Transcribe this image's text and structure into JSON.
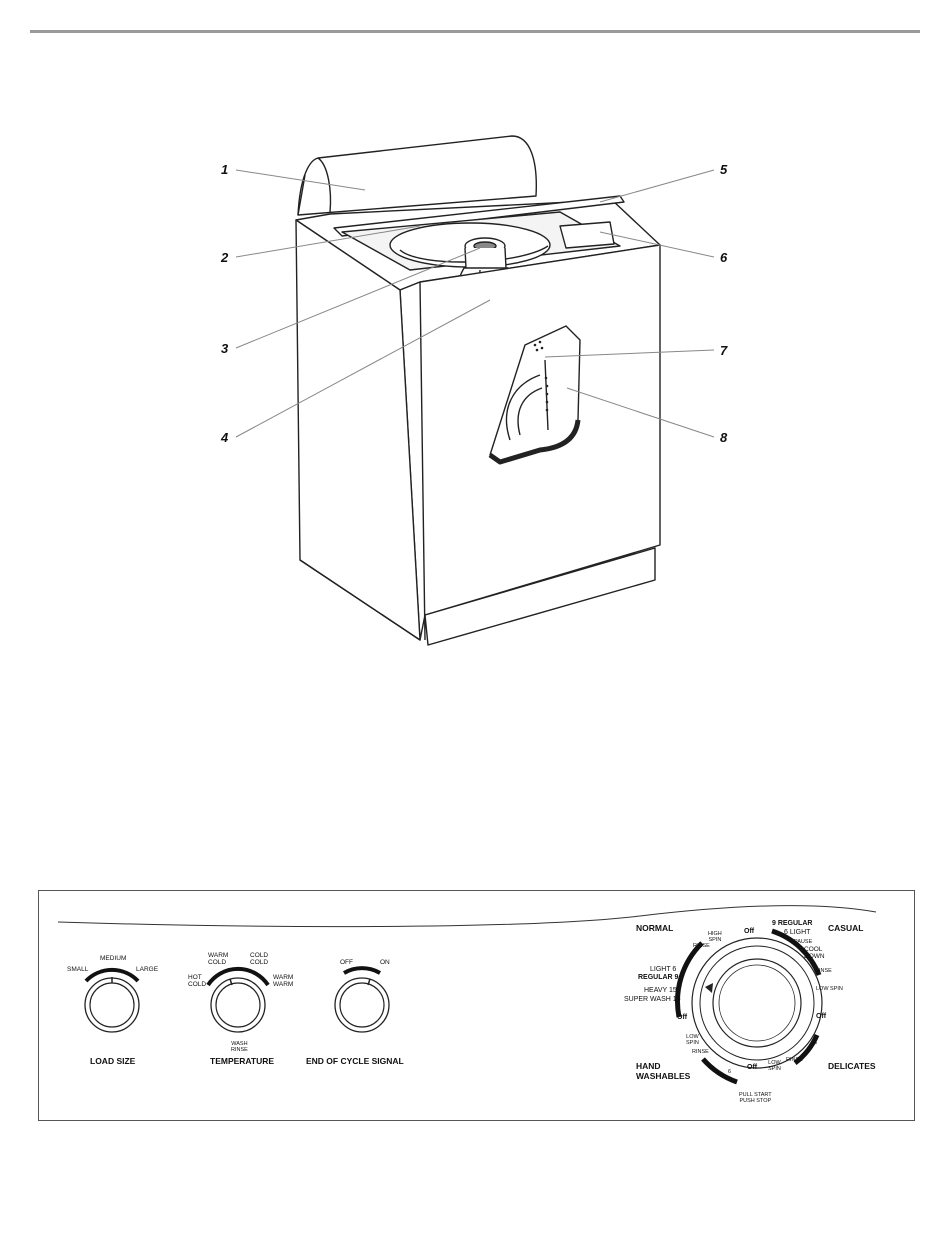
{
  "callouts": [
    "1",
    "2",
    "3",
    "4",
    "5",
    "6",
    "7",
    "8"
  ],
  "knobs": {
    "load_size": {
      "title": "LOAD SIZE",
      "marks": [
        "SMALL",
        "MEDIUM",
        "LARGE"
      ]
    },
    "temperature": {
      "title": "TEMPERATURE",
      "marks": [
        "HOT\nCOLD",
        "WARM\nCOLD",
        "COLD\nCOLD",
        "WARM\nWARM"
      ],
      "sub_label": "WASH\nRINSE"
    },
    "end_of_cycle": {
      "title": "END OF CYCLE SIGNAL",
      "marks": [
        "OFF",
        "ON"
      ]
    }
  },
  "cycle_dial": {
    "groups": {
      "normal": "NORMAL",
      "casual": "CASUAL",
      "hand_washables": "HAND\nWASHABLES",
      "delicates": "DELICATES"
    },
    "labels": {
      "off_top": "Off",
      "high_spin": "HIGH\nSPIN",
      "rinse_left": "RINSE",
      "light_6": "LIGHT  6",
      "regular_9_left": "REGULAR  9",
      "heavy_15": "HEAVY  15",
      "super_wash_18": "SUPER WASH 18",
      "off_left": "Off",
      "low_spin_left": "LOW\nSPIN",
      "rinse_bottom_left": "RINSE",
      "six_bottom": "6",
      "off_bottom": "Off",
      "regular_9_right": "9  REGULAR",
      "light_6_right": "6 LIGHT",
      "pause": "PAUSE",
      "cool_down": "COOL\nDOWN",
      "rinse_right": "RINSE",
      "low_spin_right": "LOW SPIN",
      "off_right": "Off",
      "six_right": "6",
      "rinse_bottom_right": "RINSE",
      "low_spin_bottom_right": "LOW\nSPIN"
    },
    "pull_start": "PULL START\nPUSH STOP"
  }
}
